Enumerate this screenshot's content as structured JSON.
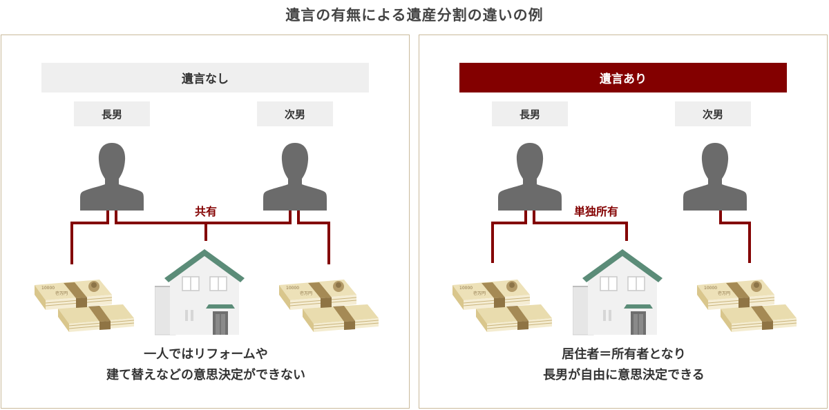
{
  "title": "遺言の有無による遺産分割の違いの例",
  "colors": {
    "accent": "#830000",
    "label_bg": "#efefef",
    "person": "#6b6b6b",
    "roof": "#5b8c78",
    "border": "#c9b99a"
  },
  "panels": [
    {
      "header": "遺言なし",
      "person1": "長男",
      "person2": "次男",
      "ownership": "共有",
      "caption_line1": "一人ではリフォームや",
      "caption_line2": "建て替えなどの意思決定ができない"
    },
    {
      "header": "遺言あり",
      "person1": "長男",
      "person2": "次男",
      "ownership": "単独所有",
      "caption_line1": "居住者＝所有者となり",
      "caption_line2": "長男が自由に意思決定できる"
    }
  ],
  "banknote_text": {
    "denomination": "10000",
    "face": "壱万円"
  },
  "icons": [
    "person-silhouette-icon",
    "banknote-bundle-icon",
    "house-icon"
  ]
}
